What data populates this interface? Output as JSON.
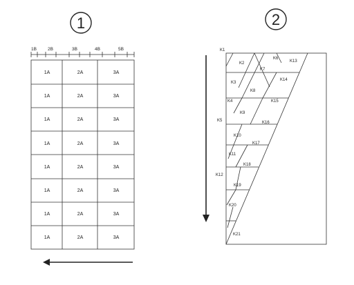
{
  "panel1": {
    "number": "1",
    "top_labels": [
      "1B",
      "2B",
      "3B",
      "4B",
      "5B"
    ],
    "rows": [
      [
        "1A",
        "2A",
        "3A"
      ],
      [
        "1A",
        "2A",
        "3A"
      ],
      [
        "1A",
        "2A",
        "3A"
      ],
      [
        "1A",
        "2A",
        "3A"
      ],
      [
        "1A",
        "2A",
        "3A"
      ],
      [
        "1A",
        "2A",
        "3A"
      ],
      [
        "1A",
        "2A",
        "3A"
      ],
      [
        "1A",
        "2A",
        "3A"
      ]
    ],
    "arrow_direction": "left"
  },
  "panel2": {
    "number": "2",
    "labels": [
      "K1",
      "K2",
      "K3",
      "K4",
      "K5",
      "K6",
      "K7",
      "K8",
      "K9",
      "K10",
      "K11",
      "K12",
      "K13",
      "K14",
      "K15",
      "K16",
      "K17",
      "K18",
      "K19",
      "K20",
      "K21"
    ],
    "arrow_direction": "down"
  }
}
